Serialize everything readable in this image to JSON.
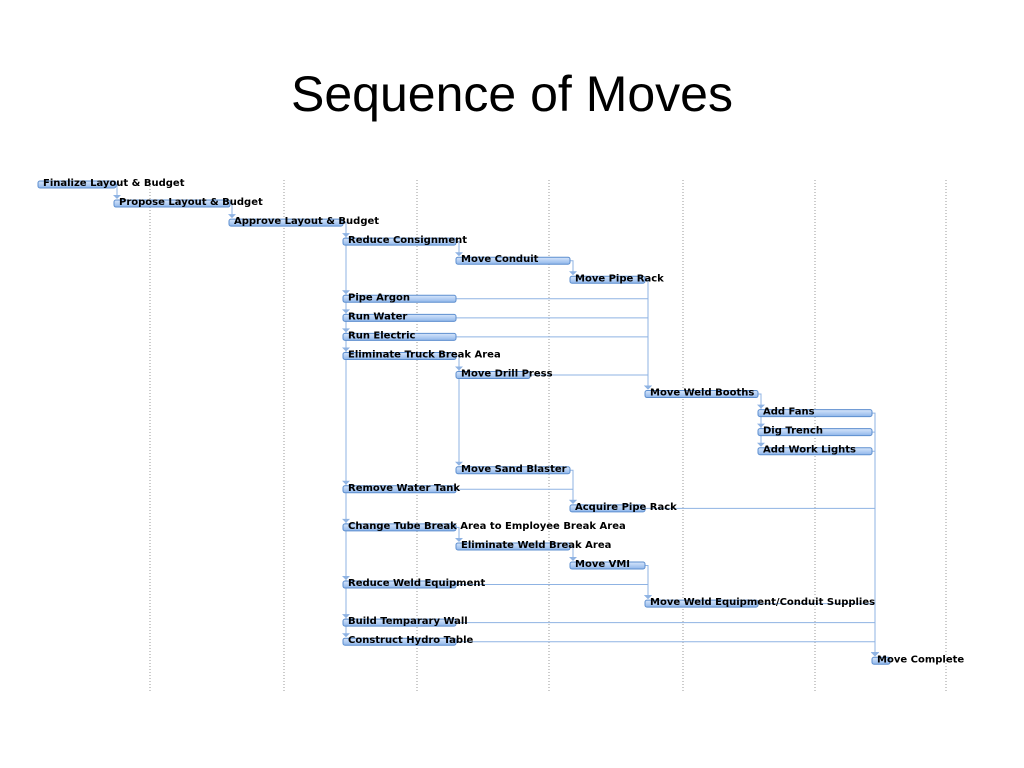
{
  "title": "Sequence of Moves",
  "colors": {
    "bar_top": "#d7e6fb",
    "bar_bottom": "#8fb6ea",
    "bar_border": "#5e8fcf",
    "connector": "#8fb3e3",
    "gridline": "#9a9a9a"
  },
  "tasks": [
    {
      "name": "Finalize Layout & Budget"
    },
    {
      "name": "Propose Layout & Budget"
    },
    {
      "name": "Approve Layout & Budget"
    },
    {
      "name": "Reduce Consignment"
    },
    {
      "name": "Move Conduit"
    },
    {
      "name": "Move Pipe Rack"
    },
    {
      "name": "Pipe Argon"
    },
    {
      "name": "Run Water"
    },
    {
      "name": "Run Electric"
    },
    {
      "name": "Eliminate Truck Break Area"
    },
    {
      "name": "Move Drill Press"
    },
    {
      "name": "Move Weld Booths"
    },
    {
      "name": "Add Fans"
    },
    {
      "name": "Dig Trench"
    },
    {
      "name": "Add Work Lights"
    },
    {
      "name": "Move Sand Blaster"
    },
    {
      "name": "Remove Water Tank"
    },
    {
      "name": "Acquire Pipe Rack"
    },
    {
      "name": "Change Tube Break Area to Employee Break Area"
    },
    {
      "name": "Eliminate Weld Break Area"
    },
    {
      "name": "Move VMI"
    },
    {
      "name": "Reduce Weld Equipment"
    },
    {
      "name": "Move Weld Equipment/Conduit Supplies"
    },
    {
      "name": "Build Temparary Wall"
    },
    {
      "name": "Construct Hydro Table"
    },
    {
      "name": "Move Complete"
    }
  ]
}
